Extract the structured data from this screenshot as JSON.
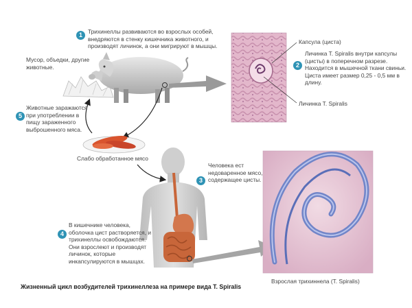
{
  "steps": [
    {
      "number": "1",
      "text": "Трихинеллы развиваются во взрослых особей, внедряются в стенку кишечника животного, и производят личинок, а они мигрируют в мышцы."
    },
    {
      "number": "2",
      "text": "Личинка T. Spiralis внутри капсулы (цисты) в поперечном разрезе. Находится в мышечной ткани свиньи. Циста имеет размер 0,25 - 0,5 мм в длину."
    },
    {
      "number": "3",
      "text": "Человека ест недоваренное мясо, содержащее цисты."
    },
    {
      "number": "4",
      "text": "В кишечнике человека, оболочка цист растворяется, и трихинеллы освобождаются. Они взрослеют и производят личинок, которые инкапсулируются в мышцах."
    },
    {
      "number": "5",
      "text": "Животные заражаются при употреблении в пищу зараженного выброшенного мяса."
    }
  ],
  "labels": {
    "garbage": "Мусор, объедки, другие животные.",
    "capsule": "Капсула (циста)",
    "larva": "Личинка T. Spiralis",
    "meat": "Слабо обработанное мясо",
    "adult": "Взрослая трихиннела (T. Spiralis)"
  },
  "title": "Жизненный цикл возбудителей трихинеллеза на примере вида T. Spiralis",
  "colors": {
    "step_marker": "#2f93b5",
    "tissue": "#d9a8c0",
    "micrograph_bg": "#e9c7d5",
    "worm": "#6a7fc4",
    "human_body": "#c9c9c9",
    "intestine": "#c8663a",
    "meat": "#d9542e"
  }
}
